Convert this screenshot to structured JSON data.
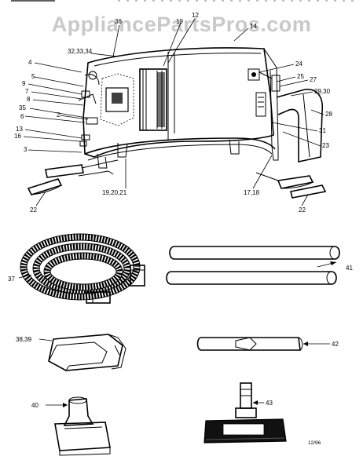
{
  "watermark": "AppliancePartsPros.com",
  "date_code": "12/96",
  "callouts": {
    "c4": "4",
    "c5": "5",
    "c9": "9",
    "c7": "7",
    "c8": "8",
    "c35": "35",
    "c6": "6",
    "c13": "13",
    "c16": "16",
    "c3": "3",
    "c2": "2",
    "c36": "36",
    "c323334": "32,33,34",
    "c12": "12",
    "c19top": "19",
    "c14": "14",
    "c24": "24",
    "c25": "25",
    "c27": "27",
    "c2930": "29,30",
    "c28": "28",
    "c31": "31",
    "c23": "23",
    "c1718": "17,18",
    "c192021": "19,20,21",
    "c22left": "22",
    "c22right": "22",
    "c37": "37",
    "c41": "41",
    "c3839": "38,39",
    "c42": "42",
    "c40": "40",
    "c43": "43"
  }
}
